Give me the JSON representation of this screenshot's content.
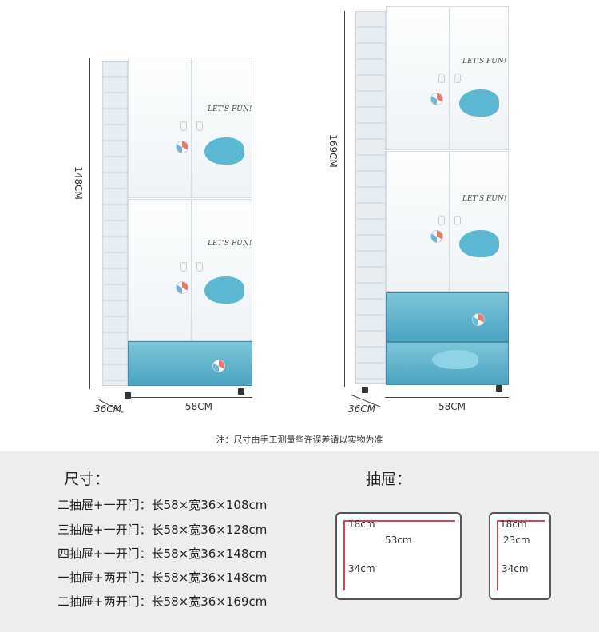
{
  "logo_text": "LET'S FUN!",
  "left_cabinet": {
    "height_label": "148CM",
    "depth_label": "36CM",
    "width_label": "58CM"
  },
  "right_cabinet": {
    "height_label": "169CM",
    "depth_label": "36CM",
    "width_label": "58CM"
  },
  "note": "注：尺寸由手工测量些许误差请以实物为准",
  "size_section": {
    "title": "尺寸：",
    "items": [
      "二抽屉+一开门：长58×宽36×108cm",
      "三抽屉+一开门：长58×宽36×128cm",
      "四抽屉+一开门：长58×宽36×148cm",
      "一抽屉+两开门：长58×宽36×148cm",
      "二抽屉+两开门：长58×宽36×169cm"
    ]
  },
  "drawer_section": {
    "title": "抽屉：",
    "large": {
      "width": "53cm",
      "depth": "34cm",
      "height": "18cm"
    },
    "small": {
      "width": "23cm",
      "depth": "34cm",
      "height": "18cm"
    }
  }
}
